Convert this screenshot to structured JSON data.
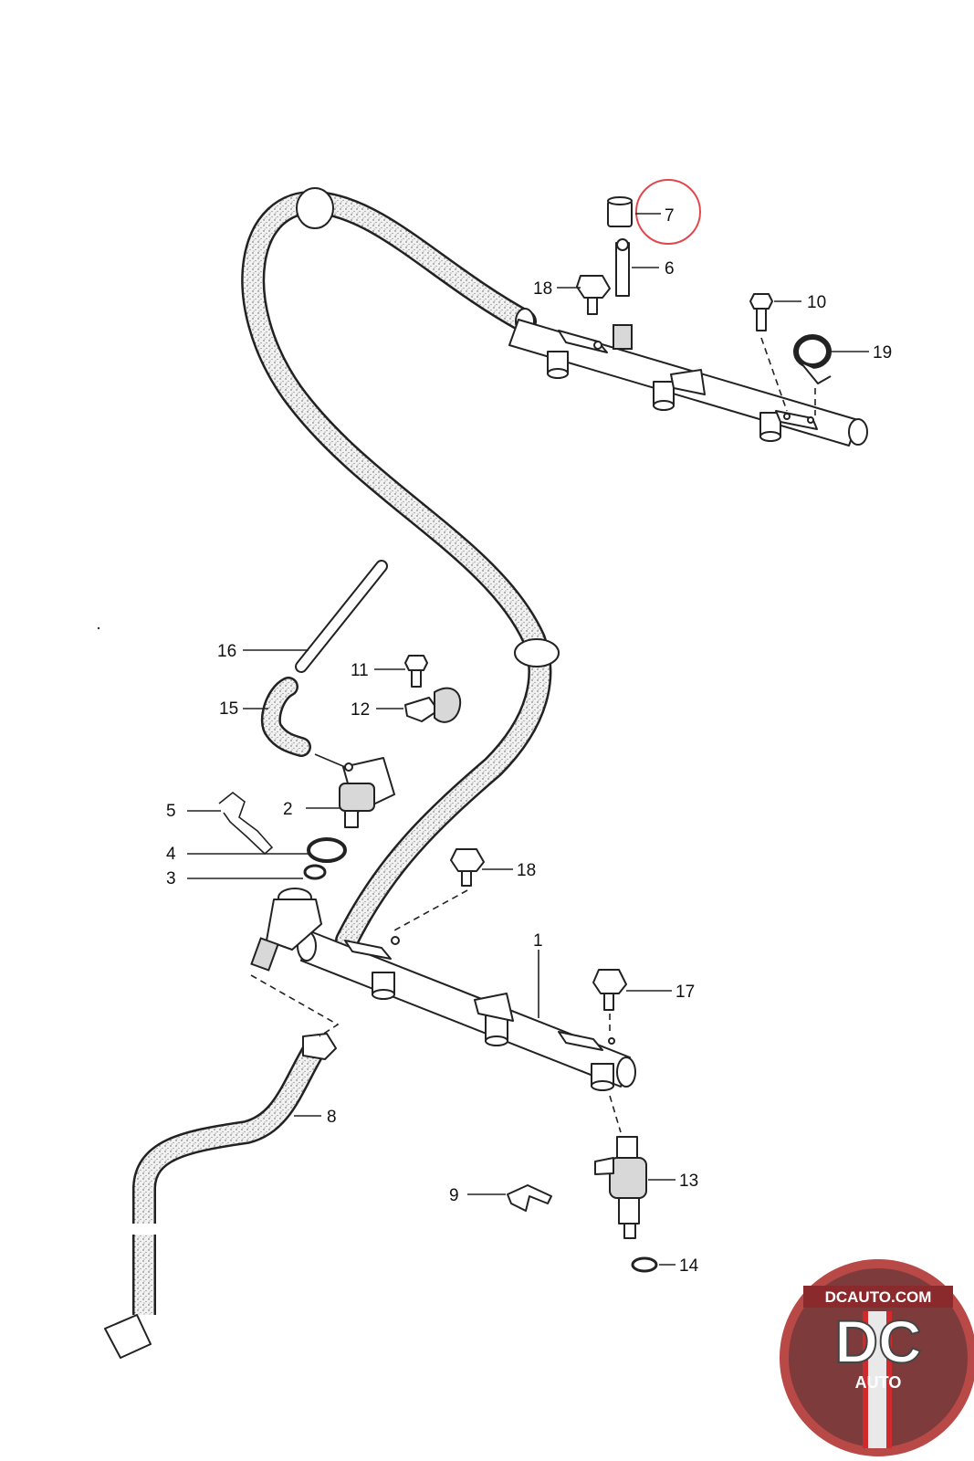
{
  "callouts": {
    "c1": "1",
    "c2": "2",
    "c3": "3",
    "c4": "4",
    "c5": "5",
    "c6": "6",
    "c7": "7",
    "c8": "8",
    "c9": "9",
    "c10": "10",
    "c11": "11",
    "c12": "12",
    "c13": "13",
    "c14": "14",
    "c15": "15",
    "c16": "16",
    "c17": "17",
    "c18a": "18",
    "c18b": "18",
    "c19": "19"
  },
  "highlight": {
    "callout": "7",
    "color": "#e0474c"
  },
  "logo": {
    "url_text": "DCAUTO.COM",
    "monogram": "DC",
    "sub_text": "AUTO",
    "colors": {
      "ring": "#c9413f",
      "badge": "#7f2a2b",
      "accent": "#cf2a2d"
    }
  },
  "icons": [
    "fuel-rail-icon",
    "fuel-hose-icon",
    "pressure-regulator-icon",
    "fuel-injector-icon",
    "hose-clamp-icon",
    "bolt-icon",
    "o-ring-icon",
    "cap-icon",
    "valve-icon"
  ]
}
